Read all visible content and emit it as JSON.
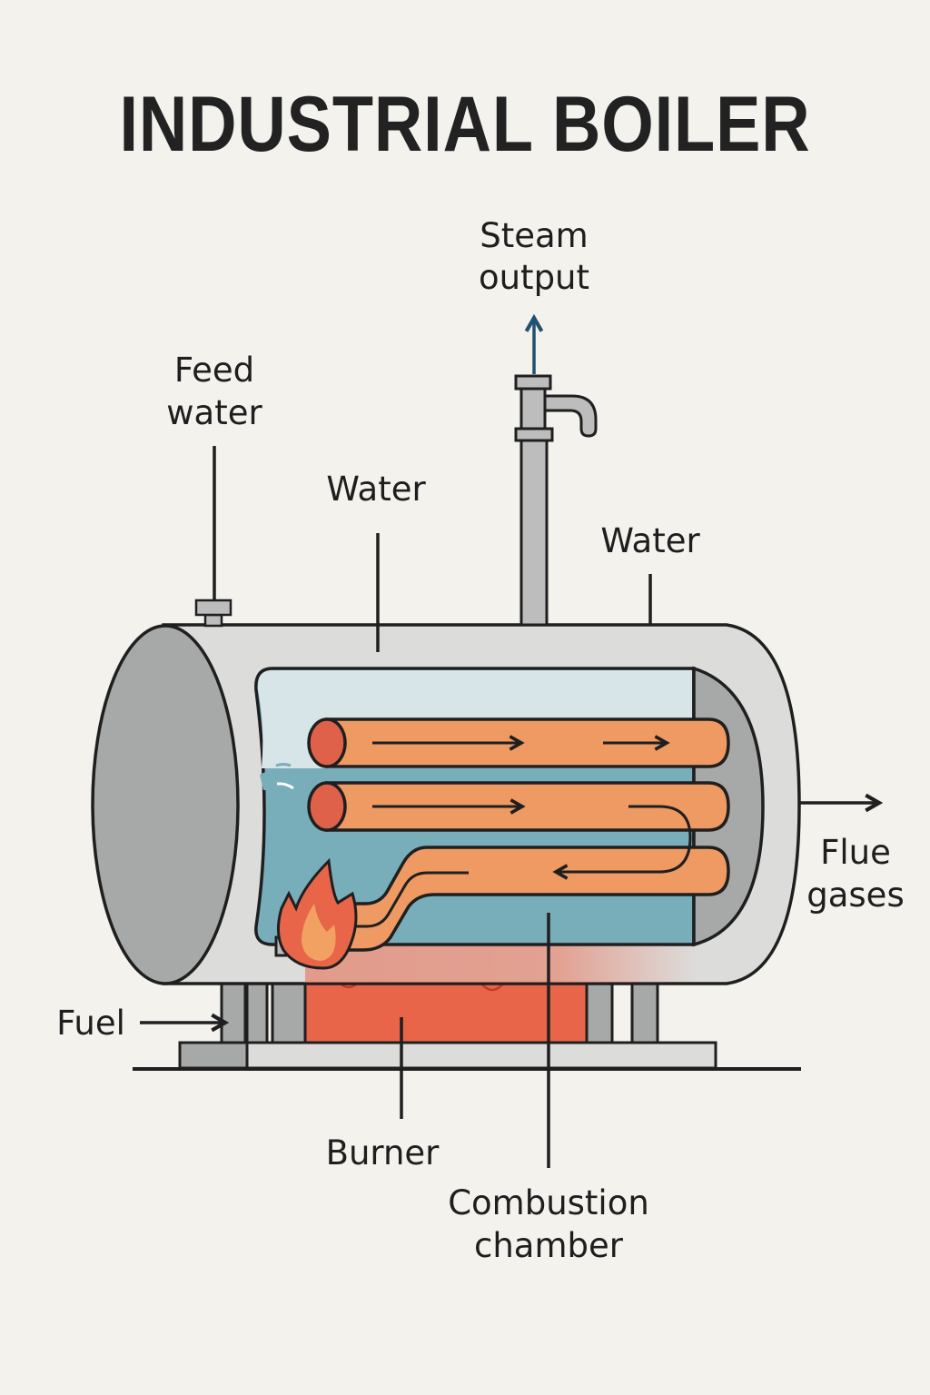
{
  "title": "INDUSTRIAL BOILER",
  "labels": {
    "steam_output": [
      "Steam",
      "output"
    ],
    "feed_water": [
      "Feed",
      "water"
    ],
    "water_left": "Water",
    "water_right": "Water",
    "flue_gases": [
      "Flue",
      "gases"
    ],
    "fuel": "Fuel",
    "burner": "Burner",
    "combustion_chamber": [
      "Combustion",
      "chamber"
    ]
  },
  "colors": {
    "background": "#f4f2ed",
    "shell": "#dcdcda",
    "end_cap": "#a7a9a9",
    "water_light": "#d7e4e8",
    "water": "#78adba",
    "tube": "#ee9a62",
    "tube_end": "#e0614a",
    "fire": "#e8654a",
    "fire_inner": "#f2a163",
    "steam_arrow": "#23506e",
    "outline": "#1f1f1f"
  }
}
